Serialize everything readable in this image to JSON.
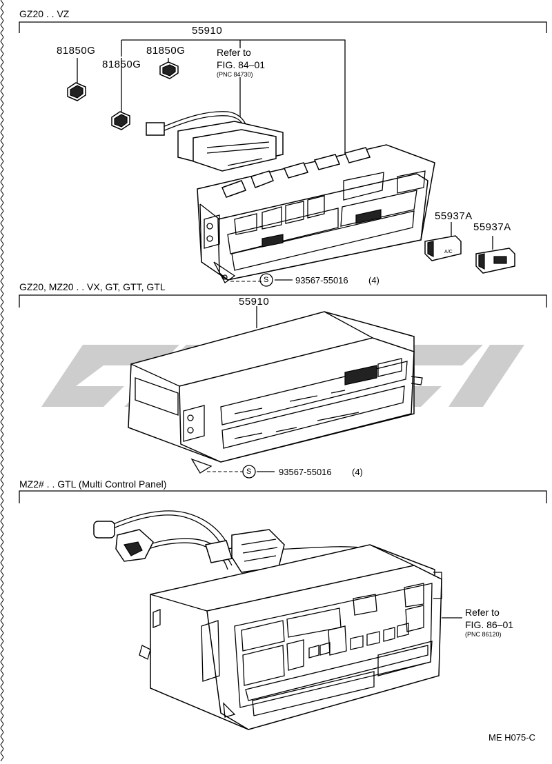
{
  "sections": [
    {
      "id": "s1",
      "heading": "GZ20 . . VZ",
      "part_number": "55910",
      "screws": [
        "81850G",
        "81850G",
        "81850G"
      ],
      "refer": {
        "line1": "Refer to",
        "line2": "FIG. 84–01",
        "pnc": "(PNC 84730)"
      },
      "knobs": [
        "55937A",
        "55937A"
      ],
      "knob_face_label": "A/C",
      "bolt_symbol": "S",
      "bolt": "93567-55016",
      "bolt_qty": "(4)"
    },
    {
      "id": "s2",
      "heading": "GZ20, MZ20 . . VX, GT, GTT, GTL",
      "part_number": "55910",
      "bolt_symbol": "S",
      "bolt": "93567-55016",
      "bolt_qty": "(4)"
    },
    {
      "id": "s3",
      "heading": "MZ2# . . GTL (Multi Control Panel)",
      "refer": {
        "line1": "Refer to",
        "line2": "FIG. 86–01",
        "pnc": "(PNC 86120)"
      }
    }
  ],
  "footer_code": "ME H075-C",
  "watermark_color": "#c8c8c8"
}
